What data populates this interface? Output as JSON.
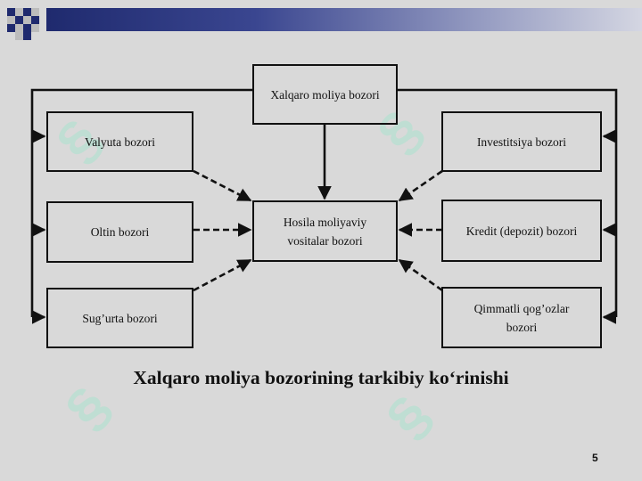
{
  "boxes": {
    "top": "Xalqaro moliya bozori",
    "center_line1": "Hosila moliyaviy",
    "center_line2": "vositalar bozori",
    "left_1": "Valyuta bozori",
    "left_2": "Oltin bozori",
    "left_3": "Sug’urta bozori",
    "right_1": "Investitsiya bozori",
    "right_2": "Kredit (depozit) bozori",
    "right_3_line1": "Qimmatli qog’ozlar",
    "right_3_line2": "bozori"
  },
  "caption": "Xalqaro moliya bozorining tarkibiy ko‘rinishi",
  "page_number": "5",
  "colors": {
    "background": "#d9d9d9",
    "band_dark": "#1f2a6e",
    "watermark": "#aae1cd",
    "stroke": "#111111"
  }
}
